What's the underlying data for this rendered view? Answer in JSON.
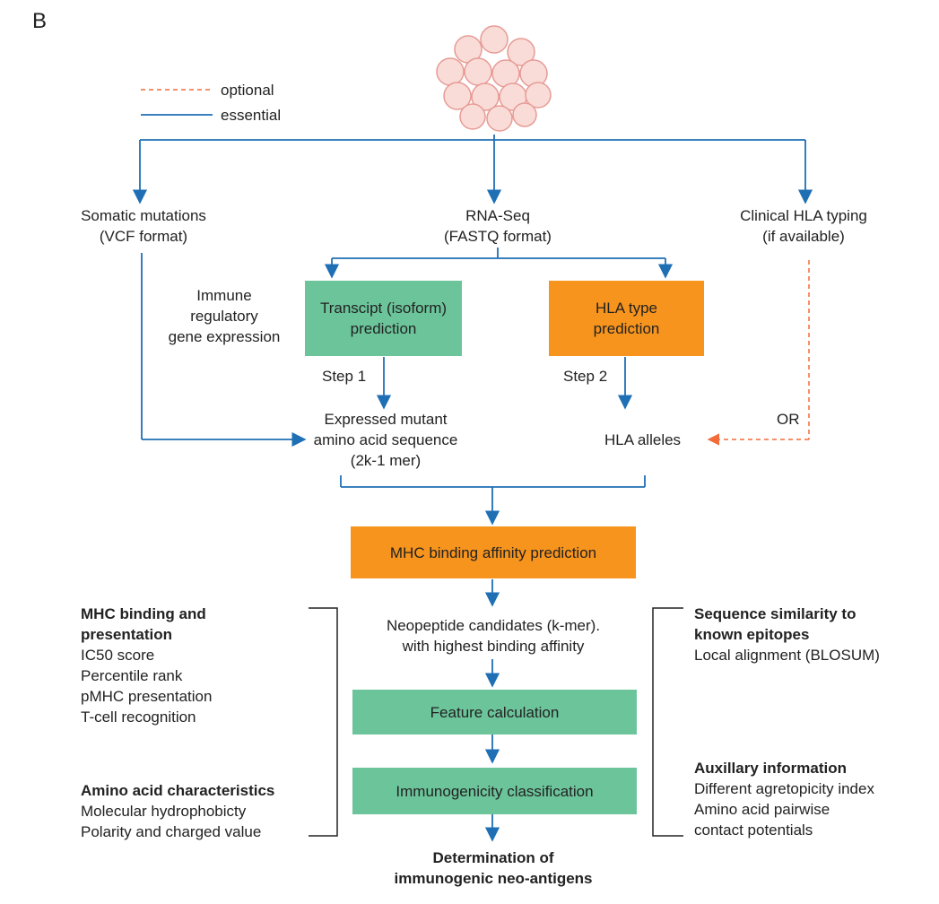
{
  "panel_label": "B",
  "legend": {
    "optional": "optional",
    "essential": "essential"
  },
  "inputs": {
    "somatic": [
      "Somatic mutations",
      "(VCF format)"
    ],
    "rnaseq": [
      "RNA-Seq",
      "(FASTQ format)"
    ],
    "hla_typing": [
      "Clinical HLA typing",
      "(if available)"
    ]
  },
  "immune_reg": [
    "Immune",
    "regulatory",
    "gene expression"
  ],
  "boxes": {
    "transcript": [
      "Transcipt (isoform)",
      "prediction"
    ],
    "hla_pred": [
      "HLA type",
      "prediction"
    ],
    "mhc": "MHC binding affinity prediction",
    "feature": "Feature calculation",
    "immuno": "Immunogenicity classification"
  },
  "steps": {
    "step1": "Step 1",
    "step2": "Step 2"
  },
  "expressed": [
    "Expressed mutant",
    "amino acid sequence",
    "(2k-1 mer)"
  ],
  "hla_alleles": "HLA alleles",
  "or_label": "OR",
  "neopeptide": [
    "Neopeptide candidates (k-mer).",
    "with highest binding affinity"
  ],
  "final": [
    "Determination of",
    "immunogenic neo-antigens"
  ],
  "left_panel": {
    "group1_title": [
      "MHC binding and",
      "presentation"
    ],
    "group1_items": [
      "IC50 score",
      "Percentile rank",
      "pMHC presentation",
      "T-cell recognition"
    ],
    "group2_title": "Amino acid characteristics",
    "group2_items": [
      "Molecular hydrophobicty",
      "Polarity and charged value"
    ]
  },
  "right_panel": {
    "group1_title": [
      "Sequence similarity to",
      "known epitopes"
    ],
    "group1_items": [
      "Local alignment (BLOSUM)"
    ],
    "group2_title": "Auxillary information",
    "group2_items": [
      "Different agretopicity index",
      "Amino acid pairwise",
      "contact potentials"
    ]
  },
  "colors": {
    "arrow": "#1f6fb5",
    "optional": "#f26b3a",
    "green": "#6cc49a",
    "orange": "#f7941d"
  }
}
